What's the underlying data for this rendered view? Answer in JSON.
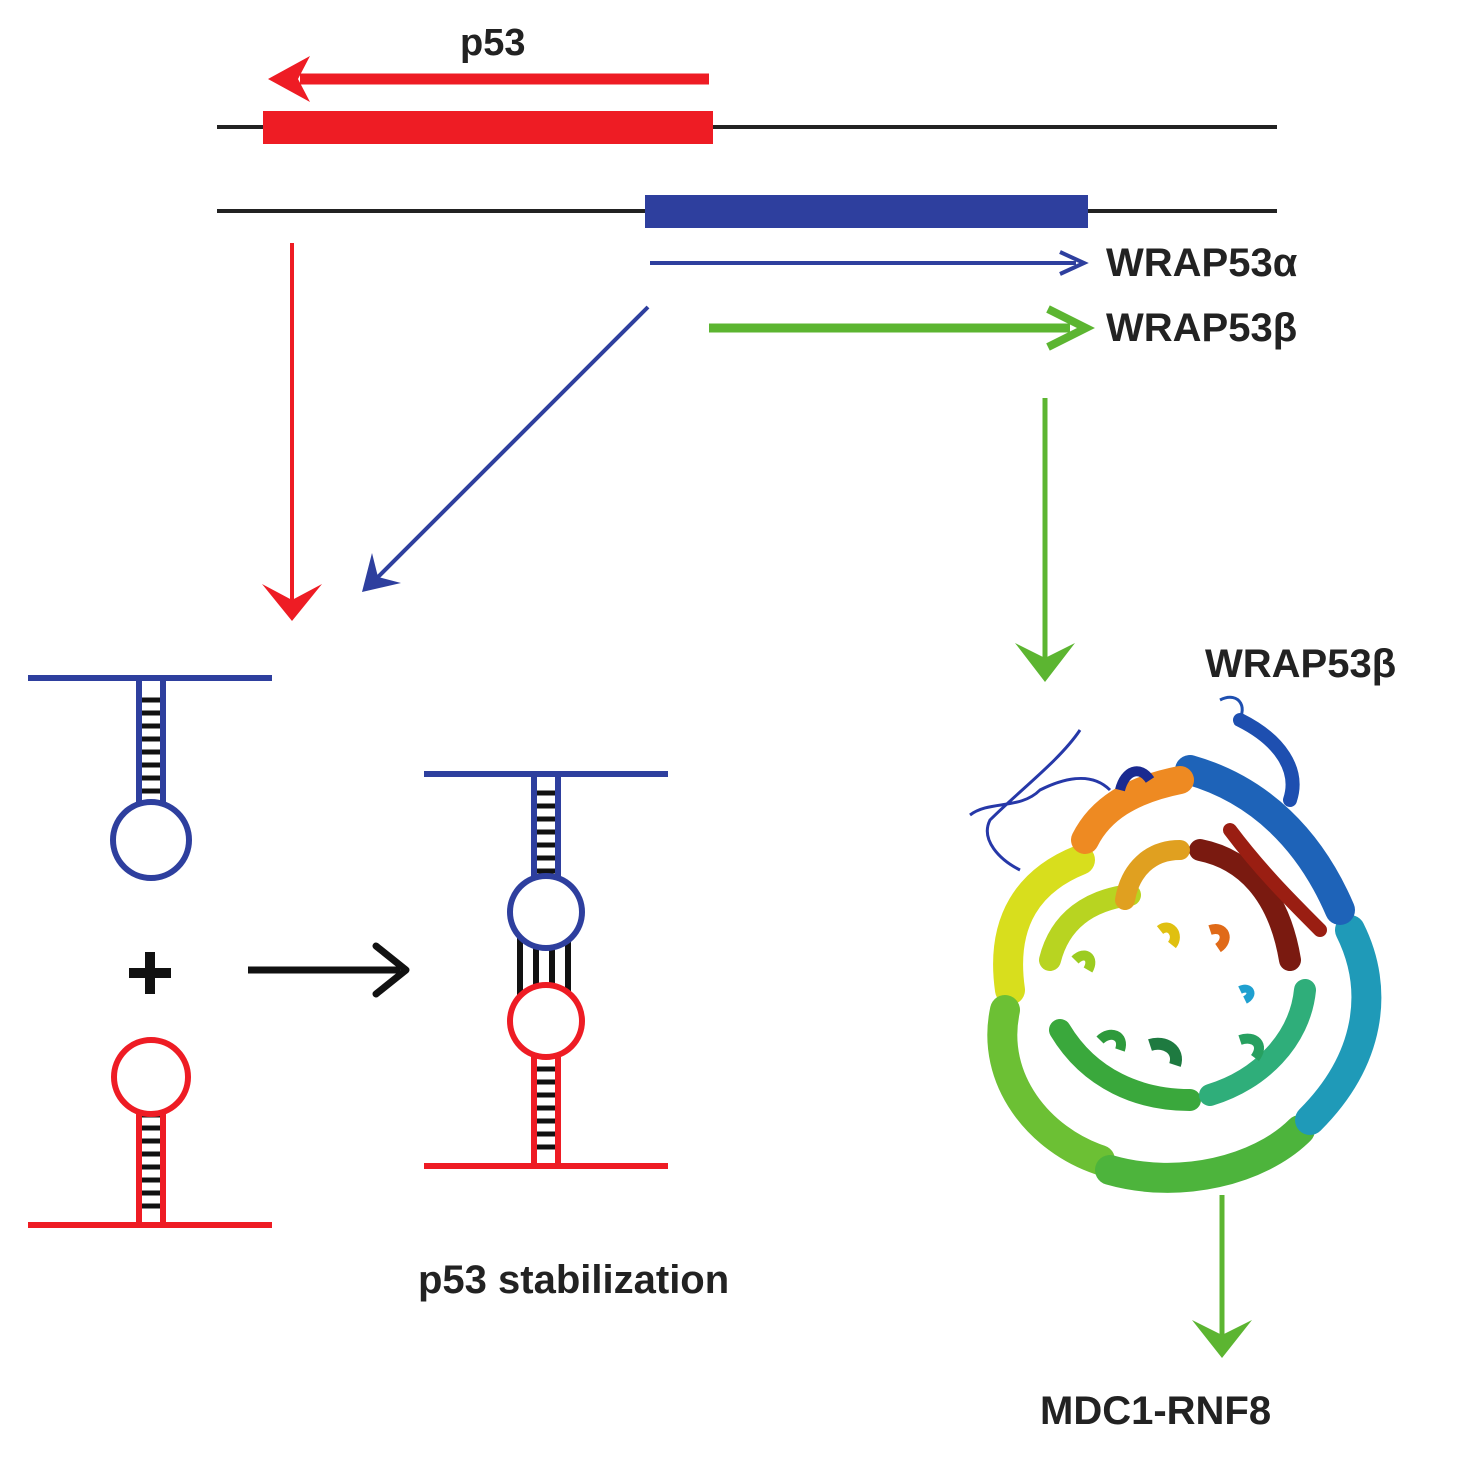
{
  "labels": {
    "p53_gene": "p53",
    "wrap53_alpha": "WRAP53α",
    "wrap53_beta": "WRAP53β",
    "protein_title": "WRAP53β",
    "stabilization": "p53 stabilization",
    "mdc1": "MDC1-RNF8"
  },
  "colors": {
    "p53": "#ee1c24",
    "wrap53": "#2e3f9e",
    "beta": "#5cb531",
    "dna": "#222222",
    "black": "#111111"
  },
  "icons": {
    "protein": "wd40-beta-propeller-ribbon-structure"
  }
}
